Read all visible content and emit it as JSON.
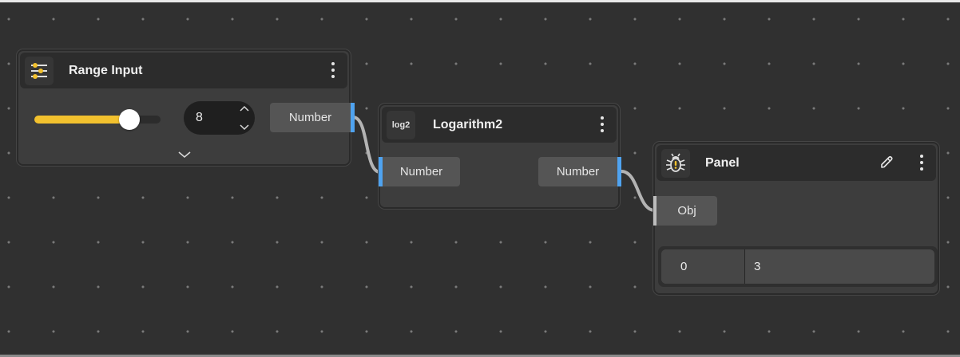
{
  "canvas": {
    "background": "#303030",
    "grid_dot_spacing": 56,
    "accent_port_color": "#4fa3f0",
    "slider_color": "#f2c12e"
  },
  "nodes": {
    "range_input": {
      "title": "Range Input",
      "icon": "sliders-icon",
      "slider_value": 8,
      "number_value": "8",
      "outputs": [
        {
          "label": "Number"
        }
      ]
    },
    "logarithm2": {
      "title": "Logarithm2",
      "icon_text": "log2",
      "inputs": [
        {
          "label": "Number"
        }
      ],
      "outputs": [
        {
          "label": "Number"
        }
      ]
    },
    "panel": {
      "title": "Panel",
      "icon": "bug-icon",
      "inputs": [
        {
          "label": "Obj"
        }
      ],
      "table": {
        "rows": [
          [
            "0",
            "3"
          ]
        ]
      }
    }
  },
  "connections": [
    {
      "from": "range_input.Number",
      "to": "logarithm2.Number"
    },
    {
      "from": "logarithm2.Number",
      "to": "panel.Obj"
    }
  ]
}
